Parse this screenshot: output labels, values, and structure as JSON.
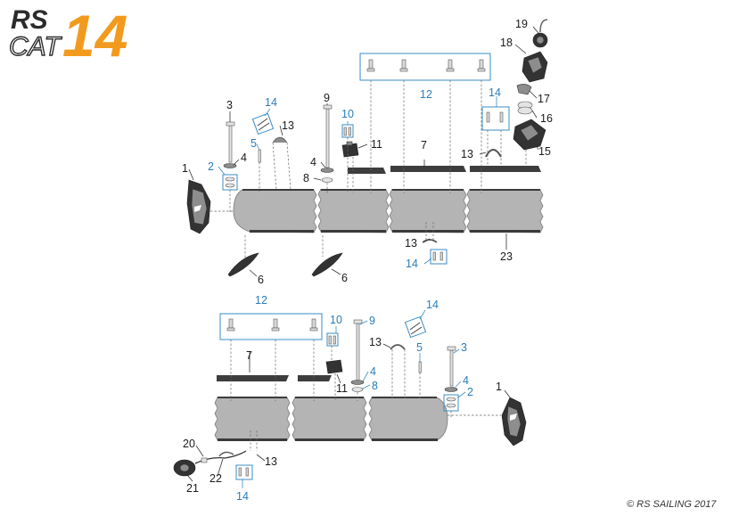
{
  "logo": {
    "rs": "RS",
    "cat": "CAT",
    "number": "14"
  },
  "copyright": "© RS SAILING 2017",
  "colors": {
    "blue_label": "#2a7db8",
    "black_label": "#1a1a1a",
    "logo_orange": "#f29a1e",
    "tube_grey": "#b4b4b4"
  },
  "callouts": {
    "top": [
      {
        "id": "1",
        "text": "1",
        "color": "black"
      },
      {
        "id": "2",
        "text": "2",
        "color": "blue"
      },
      {
        "id": "3",
        "text": "3",
        "color": "black"
      },
      {
        "id": "4a",
        "text": "4",
        "color": "black"
      },
      {
        "id": "5",
        "text": "5",
        "color": "blue"
      },
      {
        "id": "14a",
        "text": "14",
        "color": "blue"
      },
      {
        "id": "13a",
        "text": "13",
        "color": "black"
      },
      {
        "id": "6a",
        "text": "6",
        "color": "black"
      },
      {
        "id": "9",
        "text": "9",
        "color": "black"
      },
      {
        "id": "10",
        "text": "10",
        "color": "blue"
      },
      {
        "id": "11",
        "text": "11",
        "color": "black"
      },
      {
        "id": "4b",
        "text": "4",
        "color": "black"
      },
      {
        "id": "8",
        "text": "8",
        "color": "black"
      },
      {
        "id": "6b",
        "text": "6",
        "color": "black"
      },
      {
        "id": "12",
        "text": "12",
        "color": "blue"
      },
      {
        "id": "7",
        "text": "7",
        "color": "black"
      },
      {
        "id": "13b",
        "text": "13",
        "color": "black"
      },
      {
        "id": "14b",
        "text": "14",
        "color": "blue"
      },
      {
        "id": "14c",
        "text": "14",
        "color": "blue"
      },
      {
        "id": "13c",
        "text": "13",
        "color": "black"
      },
      {
        "id": "19",
        "text": "19",
        "color": "black"
      },
      {
        "id": "18",
        "text": "18",
        "color": "black"
      },
      {
        "id": "17",
        "text": "17",
        "color": "black"
      },
      {
        "id": "16",
        "text": "16",
        "color": "black"
      },
      {
        "id": "15",
        "text": "15",
        "color": "black"
      },
      {
        "id": "23",
        "text": "23",
        "color": "black"
      }
    ],
    "bottom": [
      {
        "id": "12",
        "text": "12",
        "color": "blue"
      },
      {
        "id": "7",
        "text": "7",
        "color": "black"
      },
      {
        "id": "10",
        "text": "10",
        "color": "blue"
      },
      {
        "id": "11",
        "text": "11",
        "color": "black"
      },
      {
        "id": "9",
        "text": "9",
        "color": "blue"
      },
      {
        "id": "4a",
        "text": "4",
        "color": "blue"
      },
      {
        "id": "8",
        "text": "8",
        "color": "blue"
      },
      {
        "id": "14a",
        "text": "14",
        "color": "blue"
      },
      {
        "id": "13a",
        "text": "13",
        "color": "black"
      },
      {
        "id": "5",
        "text": "5",
        "color": "blue"
      },
      {
        "id": "3",
        "text": "3",
        "color": "blue"
      },
      {
        "id": "4b",
        "text": "4",
        "color": "blue"
      },
      {
        "id": "2",
        "text": "2",
        "color": "blue"
      },
      {
        "id": "1",
        "text": "1",
        "color": "black"
      },
      {
        "id": "20",
        "text": "20",
        "color": "black"
      },
      {
        "id": "21",
        "text": "21",
        "color": "black"
      },
      {
        "id": "22",
        "text": "22",
        "color": "black"
      },
      {
        "id": "13b",
        "text": "13",
        "color": "black"
      },
      {
        "id": "14b",
        "text": "14",
        "color": "blue"
      }
    ]
  }
}
